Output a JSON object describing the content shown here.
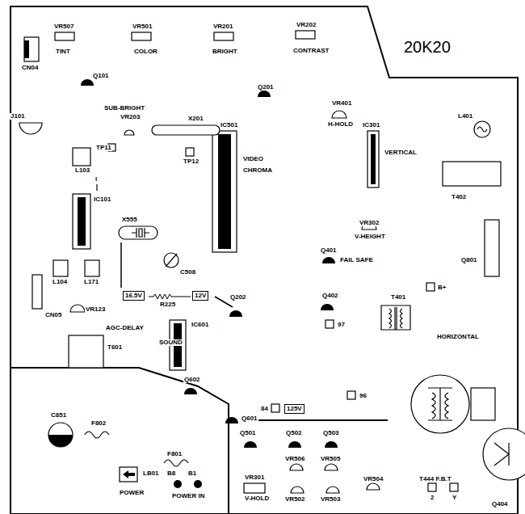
{
  "diagram": {
    "title": "20K20",
    "nodes": [
      {
        "text": [
          "16.5V"
        ]
      },
      {
        "text": [
          "12V"
        ]
      },
      {
        "text": [
          "125V"
        ]
      }
    ],
    "labels": [
      "VR507",
      "TINT",
      "VR501",
      "COLOR",
      "VR201",
      "BRIGHT",
      "VR202",
      "CONTRAST",
      "CN04",
      "Q101",
      "Q201",
      "VR401",
      "H-HOLD",
      "J101",
      "SUB-BRIGHT",
      "VR203",
      "X201",
      "IC501",
      "VIDEO",
      "CHROMA",
      "IC301",
      "VERTICAL",
      "L401",
      "TP11",
      "TP12",
      "L103",
      "I",
      "IC101",
      "T402",
      "X555",
      "VR302",
      "V-HEIGHT",
      "C508",
      "Q401",
      "FAIL SAFE",
      "Q801",
      "L104",
      "L171",
      "VR123",
      "R225",
      "Q202",
      "Q402",
      "B+",
      "T401",
      "97",
      "CN05",
      "AGC-DELAY",
      "IC601",
      "SOUND",
      "HORIZONTAL",
      "T601",
      "96",
      "Q602",
      "84",
      "Q601",
      "C851",
      "F802",
      "T444 F.B.T",
      "Q501",
      "Q502",
      "Q503",
      "VR506",
      "VR505",
      "LB01",
      "F801",
      "B8",
      "B1",
      "POWER",
      "POWER IN",
      "VR301",
      "V-HOLD",
      "VR502",
      "VR503",
      "VR504",
      "2",
      "Y",
      "Q404"
    ]
  }
}
